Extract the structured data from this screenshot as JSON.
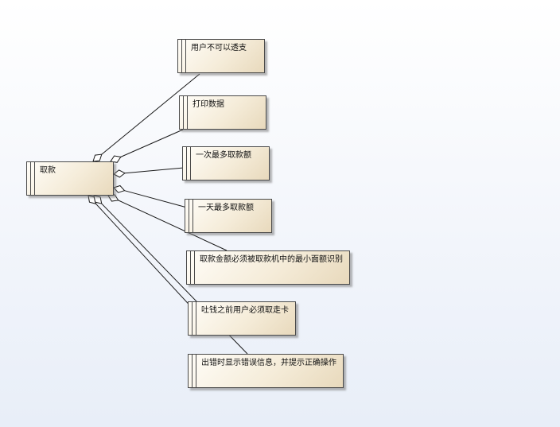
{
  "diagram": {
    "root": {
      "id": "root",
      "label": "取款"
    },
    "requirements": [
      {
        "id": "r1",
        "label": "用户不可以透支"
      },
      {
        "id": "r2",
        "label": "打印数据"
      },
      {
        "id": "r3",
        "label": "一次最多取款额"
      },
      {
        "id": "r4",
        "label": "一天最多取款额"
      },
      {
        "id": "r5",
        "label": "取款金额必须被取款机中的最小面额识别"
      },
      {
        "id": "r6",
        "label": "吐钱之前用户必须取走卡"
      },
      {
        "id": "r7",
        "label": "出错时显示错误信息，并提示正确操作"
      }
    ],
    "connector_style": "aggregation-diamond",
    "colors": {
      "line": "#1a1a1a",
      "fill_light": "#fffdf8",
      "fill_dark": "#e8d9bc"
    }
  }
}
